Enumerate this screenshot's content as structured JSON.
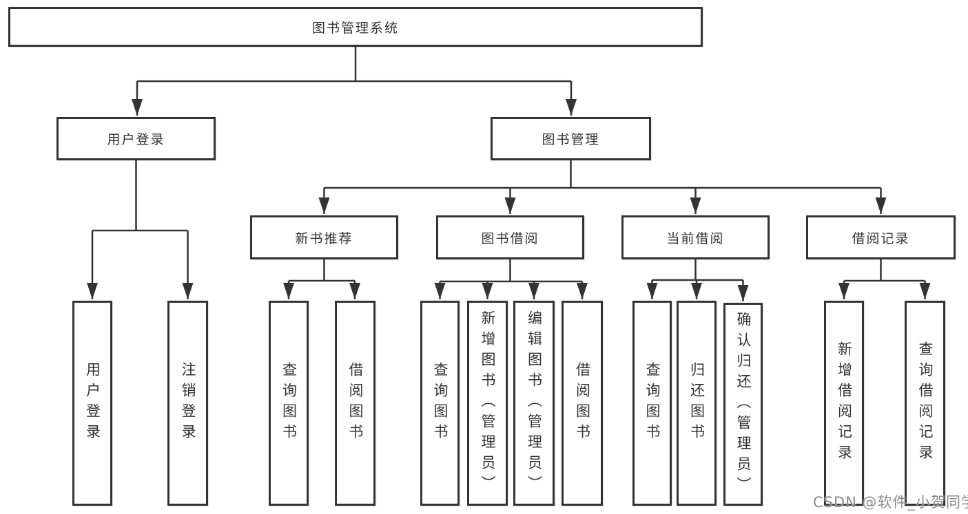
{
  "watermark": "CSDN @软件_小贺同学",
  "colors": {
    "line": "#333333",
    "text": "#333333",
    "background": "#ffffff",
    "watermark": "#8a8a8a"
  },
  "tree": {
    "label": "图书管理系统",
    "children": [
      {
        "label": "用户登录",
        "children": [
          {
            "label": "用户登录"
          },
          {
            "label": "注销登录"
          }
        ]
      },
      {
        "label": "图书管理",
        "children": [
          {
            "label": "新书推荐",
            "children": [
              {
                "label": "查询图书"
              },
              {
                "label": "借阅图书"
              }
            ]
          },
          {
            "label": "图书借阅",
            "children": [
              {
                "label": "查询图书"
              },
              {
                "label": "新增图书（管理员）"
              },
              {
                "label": "编辑图书（管理员）"
              },
              {
                "label": "借阅图书"
              }
            ]
          },
          {
            "label": "当前借阅",
            "children": [
              {
                "label": "查询图书"
              },
              {
                "label": "归还图书"
              },
              {
                "label": "确认归还（管理员）"
              }
            ]
          },
          {
            "label": "借阅记录",
            "children": [
              {
                "label": "新增借阅记录"
              },
              {
                "label": "查询借阅记录"
              }
            ]
          }
        ]
      }
    ]
  }
}
